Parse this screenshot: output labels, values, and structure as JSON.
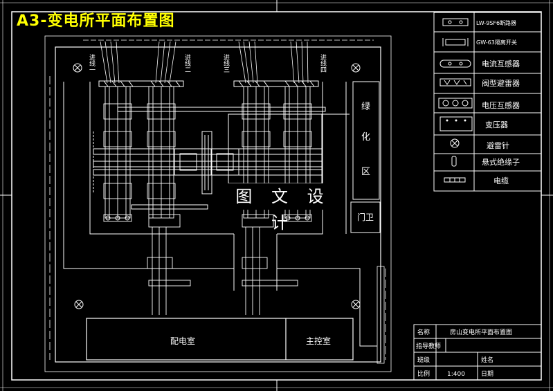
{
  "sheet_title": "A3-变电所平面布置图",
  "watermark": "图 文 设 计",
  "incoming_lines": [
    "进线一",
    "进线二",
    "进线三",
    "进线四"
  ],
  "zones": {
    "green_area": [
      "绿",
      "化",
      "区"
    ],
    "gate": "门卫",
    "distribution_room": "配电室",
    "main_control_room": "主控室"
  },
  "legend": [
    {
      "icon": "sf6-breaker-icon",
      "label": "LW-9SF6断路器"
    },
    {
      "icon": "isolator-switch-icon",
      "label": "GW-63隔离开关"
    },
    {
      "icon": "current-transformer-icon",
      "label": "电流互感器"
    },
    {
      "icon": "valve-arrester-icon",
      "label": "阀型避雷器"
    },
    {
      "icon": "voltage-transformer-icon",
      "label": "电压互感器"
    },
    {
      "icon": "transformer-icon",
      "label": "变压器"
    },
    {
      "icon": "lightning-rod-icon",
      "label": "避雷针"
    },
    {
      "icon": "suspension-insulator-icon",
      "label": "悬式绝缘子"
    },
    {
      "icon": "cable-icon",
      "label": "电缆"
    }
  ],
  "title_block": {
    "name_label": "名称",
    "name_value": "房山变电所平面布置图",
    "tutor_label": "指导教师",
    "class_label": "班级",
    "student_label": "姓名",
    "scale_label": "比例",
    "scale_value": "1:400",
    "date_label": "日期"
  },
  "colors": {
    "background": "#000000",
    "lines": "#ffffff",
    "title": "#ffff00"
  }
}
